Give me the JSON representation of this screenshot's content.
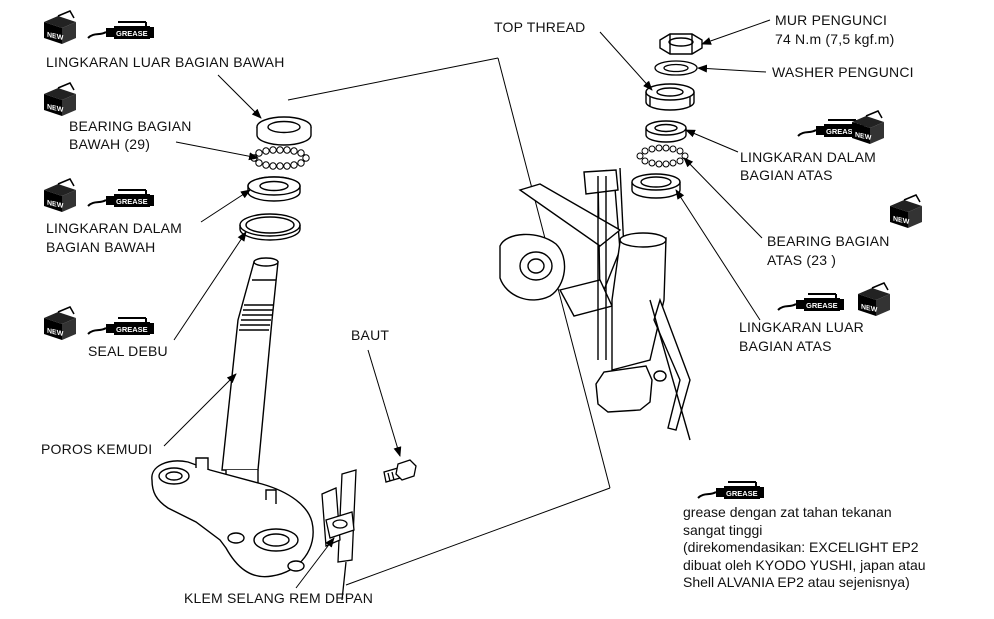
{
  "icons": {
    "new_text": "NEW",
    "grease_text": "GREASE"
  },
  "labels": {
    "lower_outer_race": "LINGKARAN LUAR BAGIAN BAWAH",
    "lower_bearing_1": "BEARING BAGIAN",
    "lower_bearing_2": "BAWAH (29)",
    "lower_inner_race_1": "LINGKARAN DALAM",
    "lower_inner_race_2": "BAGIAN BAWAH",
    "dust_seal": "SEAL DEBU",
    "steering_stem": "POROS KEMUDI",
    "bolt": "BAUT",
    "brake_hose_clamp": "KLEM SELANG REM DEPAN",
    "top_thread": "TOP THREAD",
    "lock_nut_1": "MUR PENGUNCI",
    "lock_nut_2": "74 N.m (7,5 kgf.m)",
    "lock_washer": "WASHER PENGUNCI",
    "upper_inner_race_1": "LINGKARAN DALAM",
    "upper_inner_race_2": "BAGIAN ATAS",
    "upper_bearing_1": "BEARING BAGIAN",
    "upper_bearing_2": "ATAS (23 )",
    "upper_outer_race_1": "LINGKARAN LUAR",
    "upper_outer_race_2": "BAGIAN ATAS"
  },
  "note": {
    "line1": "grease dengan zat tahan tekanan",
    "line2": "sangat tinggi",
    "line3": "(direkomendasikan: EXCELIGHT EP2",
    "line4": "dibuat oleh KYODO YUSHI, japan atau",
    "line5": "Shell ALVANIA EP2 atau sejenisnya)"
  }
}
